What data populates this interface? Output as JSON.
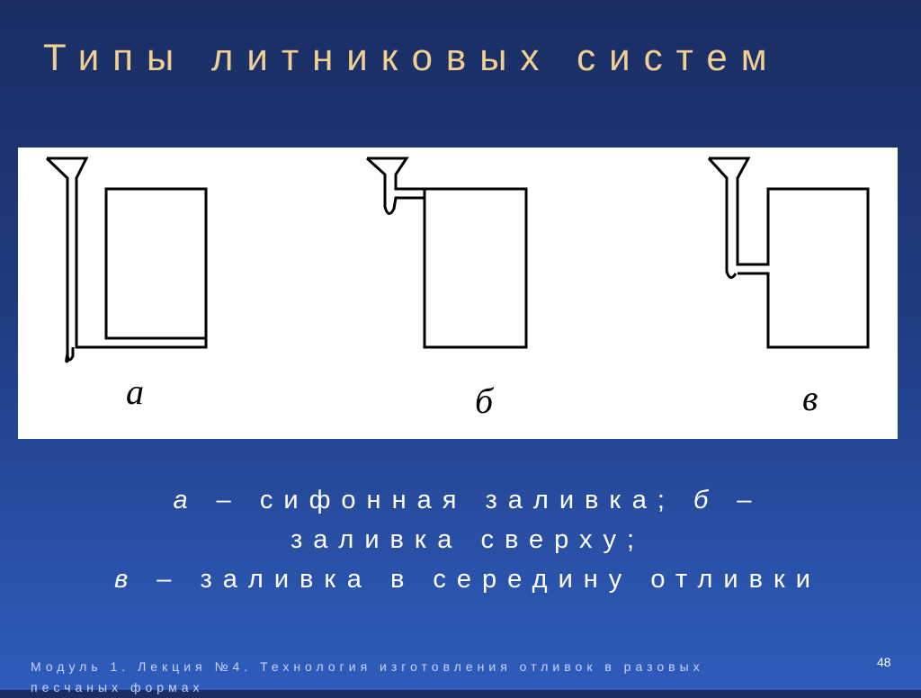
{
  "title": "Типы литниковых систем",
  "figure": {
    "labels": {
      "a": "а",
      "b": "б",
      "c": "в"
    }
  },
  "caption": {
    "line1_a": "а",
    "line1_a_text": " – сифонная заливка; ",
    "line1_b": "б",
    "line1_b_text": " –",
    "line2": "заливка сверху;",
    "line3_c": "в",
    "line3_c_text": " – заливка в середину отливки"
  },
  "footer": {
    "text": "Модуль 1. Лекция №4. Технология изготовления отливок в разовых песчаных формах",
    "page_number": "48"
  }
}
